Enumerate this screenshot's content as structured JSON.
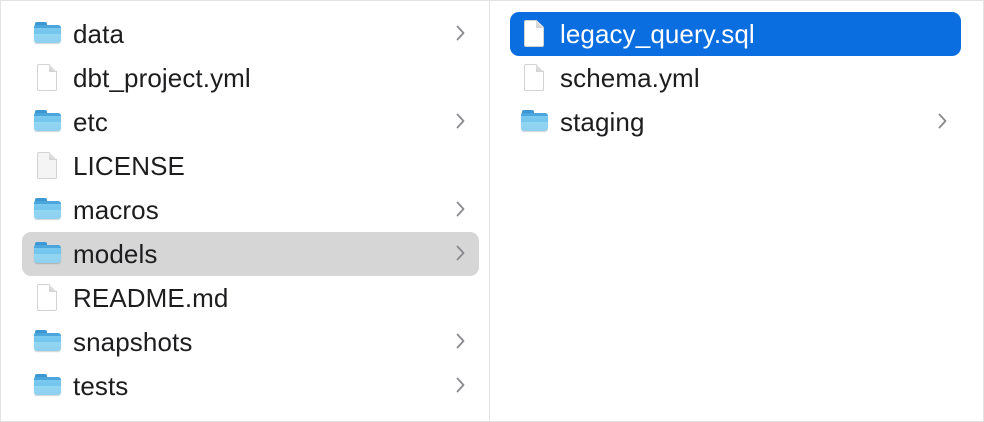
{
  "window": {
    "view_mode": "column",
    "background_color": "#ffffff",
    "divider_color": "#e3e3e4",
    "selection_blue": "#0b6ee0",
    "selection_gray": "#d6d6d7",
    "text_color": "#1d1d1f",
    "chevron_color": "#8a8a8e"
  },
  "columns": [
    {
      "name": "parent-column",
      "rows": [
        {
          "label": "data",
          "kind": "folder",
          "icon": "folder-icon",
          "has_chevron": true,
          "selected": "none"
        },
        {
          "label": "dbt_project.yml",
          "kind": "file",
          "icon": "document-icon",
          "has_chevron": false,
          "selected": "none"
        },
        {
          "label": "etc",
          "kind": "folder",
          "icon": "folder-icon",
          "has_chevron": true,
          "selected": "none"
        },
        {
          "label": "LICENSE",
          "kind": "file",
          "icon": "document-icon",
          "has_chevron": false,
          "selected": "none"
        },
        {
          "label": "macros",
          "kind": "folder",
          "icon": "folder-icon",
          "has_chevron": true,
          "selected": "none"
        },
        {
          "label": "models",
          "kind": "folder",
          "icon": "folder-icon",
          "has_chevron": true,
          "selected": "gray"
        },
        {
          "label": "README.md",
          "kind": "file",
          "icon": "document-icon",
          "has_chevron": false,
          "selected": "none"
        },
        {
          "label": "snapshots",
          "kind": "folder",
          "icon": "folder-icon",
          "has_chevron": true,
          "selected": "none"
        },
        {
          "label": "tests",
          "kind": "folder",
          "icon": "folder-icon",
          "has_chevron": true,
          "selected": "none"
        }
      ]
    },
    {
      "name": "child-column",
      "rows": [
        {
          "label": "legacy_query.sql",
          "kind": "file",
          "icon": "document-icon",
          "has_chevron": false,
          "selected": "blue"
        },
        {
          "label": "schema.yml",
          "kind": "file",
          "icon": "document-icon",
          "has_chevron": false,
          "selected": "none"
        },
        {
          "label": "staging",
          "kind": "folder",
          "icon": "folder-icon",
          "has_chevron": true,
          "selected": "none"
        }
      ]
    }
  ]
}
